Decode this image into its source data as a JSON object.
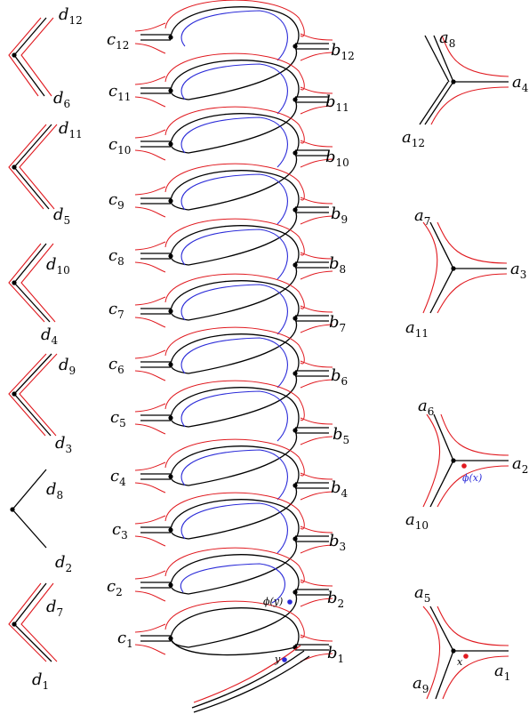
{
  "colors": {
    "black": "#000000",
    "red": "#e0191f",
    "blue": "#2a2ad8"
  },
  "d_labels": [
    {
      "top": "d12",
      "bottom": "d6"
    },
    {
      "top": "d11",
      "bottom": "d5"
    },
    {
      "top": "d10",
      "bottom": "d4"
    },
    {
      "top": "d9",
      "bottom": "d3"
    },
    {
      "top": "d8",
      "bottom": "d2"
    },
    {
      "top": "d7",
      "bottom": "d1"
    }
  ],
  "c_labels": [
    "c12",
    "c11",
    "c10",
    "c9",
    "c8",
    "c7",
    "c6",
    "c5",
    "c4",
    "c3",
    "c2",
    "c1"
  ],
  "b_labels": [
    "b12",
    "b11",
    "b10",
    "b9",
    "b8",
    "b7",
    "b6",
    "b5",
    "b4",
    "b3",
    "b2",
    "b1"
  ],
  "a_labels": [
    {
      "top": "a8",
      "right": "a4",
      "bottom": "a12"
    },
    {
      "top": "a7",
      "right": "a3",
      "bottom": "a11"
    },
    {
      "top": "a6",
      "right": "a2",
      "bottom": "a10"
    },
    {
      "top": "a5",
      "right": "a1",
      "bottom": "a9"
    }
  ],
  "annotations": {
    "phi_x": "ϕ(x)",
    "phi_y": "ϕ(y)",
    "x": "x",
    "y": "y"
  }
}
